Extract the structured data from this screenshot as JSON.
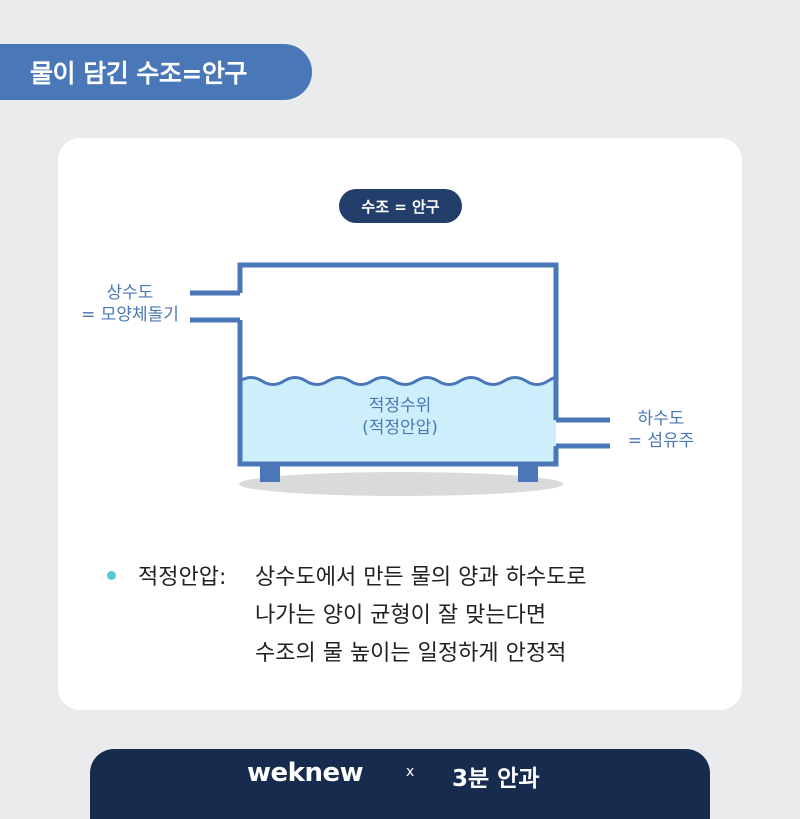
{
  "header": {
    "title": "물이 담긴 수조=안구"
  },
  "diagram": {
    "tank_badge": "수조 = 안구",
    "inlet": {
      "line1": "상수도",
      "line2": "= 모양체돌기"
    },
    "water": {
      "line1": "적정수위",
      "line2": "(적정안압)"
    },
    "outlet": {
      "line1": "하수도",
      "line2": "= 섬유주"
    }
  },
  "note": {
    "term": "적정안압:",
    "lines": [
      "상수도에서 만든 물의 양과 하수도로",
      "나가는 양이 균형이 잘 맞는다면",
      "수조의 물 높이는 일정하게 안정적"
    ]
  },
  "footer": {
    "brand": "weknew",
    "separator": "x",
    "partner": "3분 안과"
  },
  "colors": {
    "background": "#e9ebec",
    "accent_blue": "#4a77b7",
    "dark_navy": "#172b4f",
    "water": "#cdeffc",
    "bullet": "#57c7d6",
    "shadow": "#d8dadc"
  }
}
